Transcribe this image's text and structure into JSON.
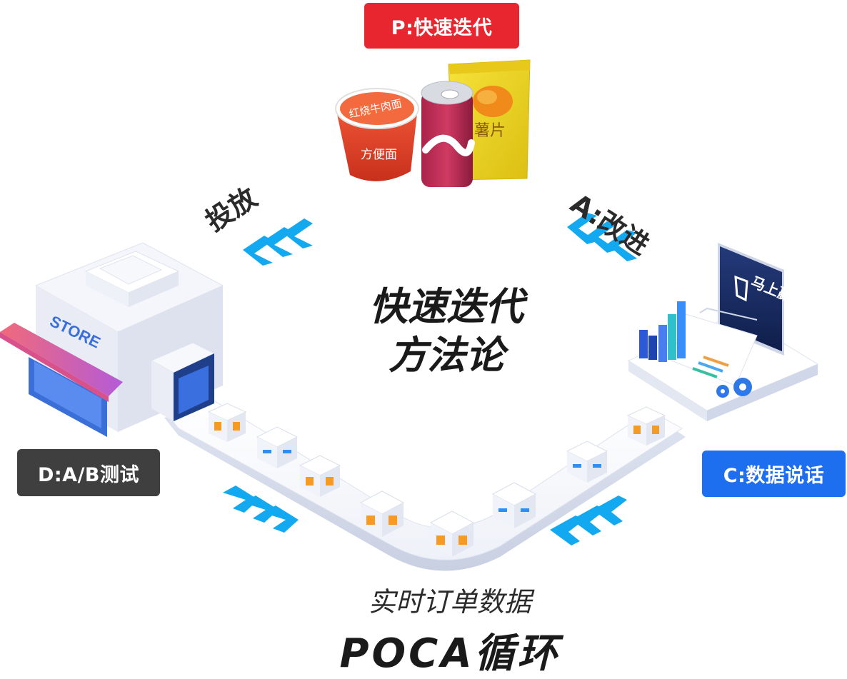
{
  "labels": {
    "p": "P:快速迭代",
    "d": "D:A/B测试",
    "c": "C:数据说话"
  },
  "steps": {
    "deliver": "投放",
    "improve": "A:改进"
  },
  "center": {
    "line1": "快速迭代",
    "line2": "方法论"
  },
  "bottom": {
    "order_data": "实时订单数据",
    "poca": "POCA循环"
  },
  "products": {
    "noodle_top": "红烧牛肉面",
    "noodle_side": "方便面",
    "chips": "薯片"
  },
  "store": {
    "sign": "STORE"
  },
  "monitor": {
    "brand": "马上赢"
  },
  "colors": {
    "p": "#e8262f",
    "d": "#3f3f3f",
    "c": "#1e6ef0",
    "arrow": "#13a9f0"
  }
}
